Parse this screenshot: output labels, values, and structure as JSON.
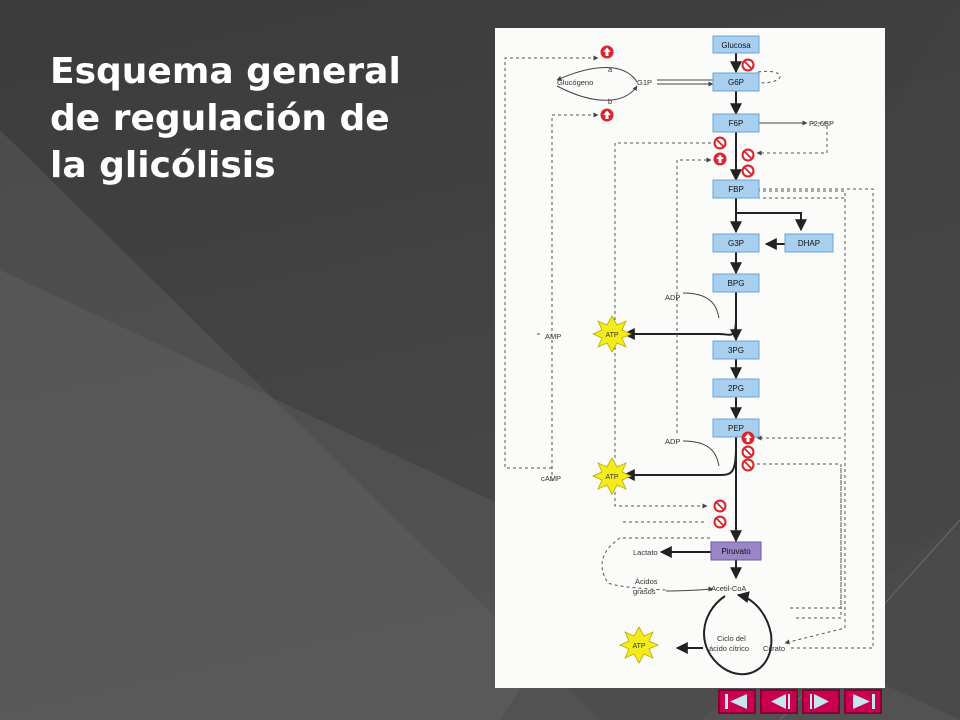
{
  "slide": {
    "title_lines": [
      "Esquema general",
      "de regulación de",
      "la glicólisis"
    ]
  },
  "diagram": {
    "metabolites": {
      "glucosa": "Glucosa",
      "g6p": "G6P",
      "f6p": "F6P",
      "fbp": "FBP",
      "g3p": "G3P",
      "dhap": "DHAP",
      "bpg": "BPG",
      "pg3": "3PG",
      "pg2": "2PG",
      "pep": "PEP",
      "piruvato": "Piruvato"
    },
    "labels": {
      "glucogeno": "Glucógeno",
      "g1p": "G1P",
      "a": "a",
      "b": "b",
      "f26bp": "F2,6BP",
      "adp1": "ADP",
      "amp": "AMP",
      "adp2": "ADP",
      "camp": "cAMP",
      "lactato": "Lactato",
      "acidos_grasos_1": "Ácidos",
      "acidos_grasos_2": "grasos",
      "acetil_coa": "Acetil-CoA",
      "ciclo_1": "Ciclo del",
      "ciclo_2": "ácido cítrico",
      "citrato": "Citrato",
      "atp": "ATP"
    },
    "colors": {
      "box_fill": "#a9cfee",
      "box_stroke": "#6aa6d8",
      "piruvato_fill": "#9b86c7",
      "activator": "#d9262e",
      "inhibitor": "#d9262e",
      "atp_star": "#f3ec1a"
    }
  },
  "nav": {
    "buttons": [
      "first-slide",
      "previous-slide",
      "next-slide",
      "last-slide"
    ]
  }
}
